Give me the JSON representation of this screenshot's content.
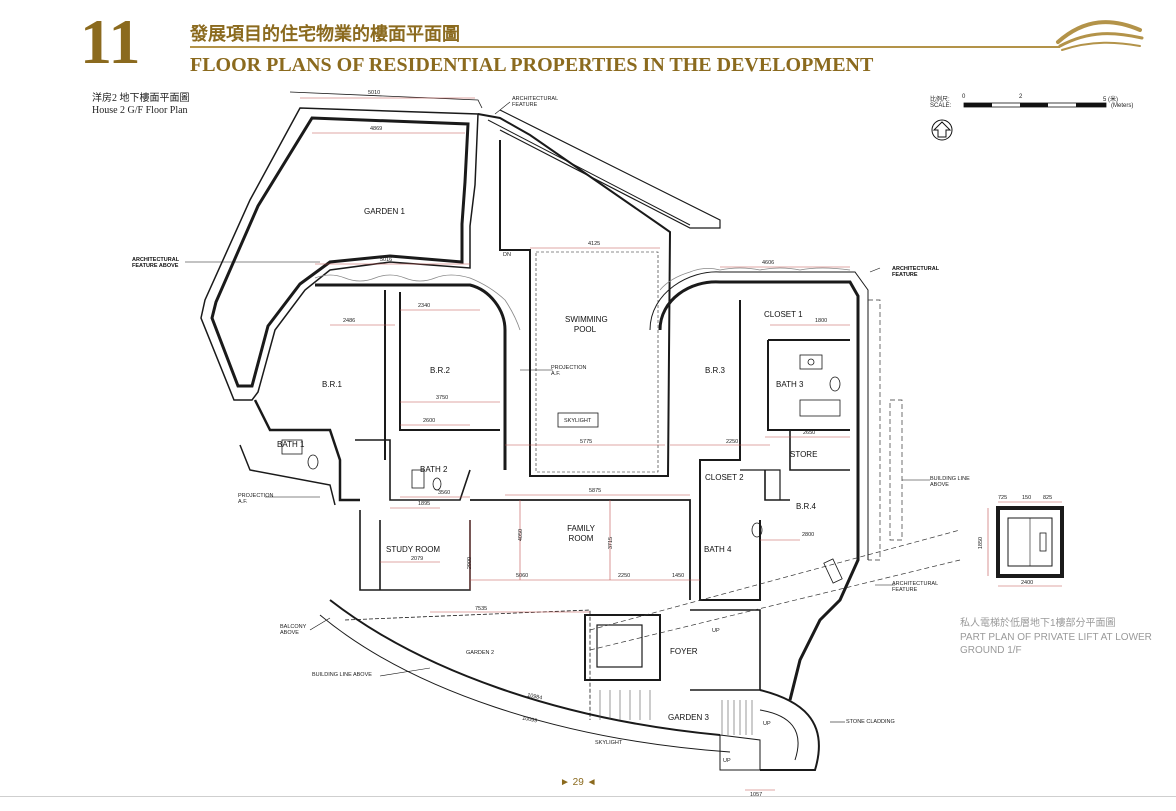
{
  "header": {
    "section_number": "11",
    "title_zh": "發展項目的住宅物業的樓面平面圖",
    "title_en": "FLOOR PLANS OF RESIDENTIAL PROPERTIES IN THE DEVELOPMENT"
  },
  "subtitle": {
    "zh": "洋房2 地下樓面平面圖",
    "en": "House 2 G/F Floor Plan"
  },
  "scale": {
    "label_zh": "比例尺:",
    "label_en": "SCALE:",
    "tick_0": "0",
    "tick_2": "2",
    "tick_5": "5 (米)",
    "unit": "(Meters)"
  },
  "rooms": {
    "garden1": "GARDEN 1",
    "swimming_pool": "SWIMMING POOL",
    "closet1": "CLOSET 1",
    "br1": "B.R.1",
    "br2": "B.R.2",
    "br3": "B.R.3",
    "bath3": "BATH 3",
    "skylight_box": "SKYLIGHT",
    "store": "STORE",
    "bath1": "BATH 1",
    "bath2": "BATH 2",
    "closet2": "CLOSET 2",
    "br4": "B.R.4",
    "family_room": "FAMILY ROOM",
    "study_room": "STUDY ROOM",
    "bath4": "BATH 4",
    "foyer": "FOYER",
    "garden2": "GARDEN 2",
    "garden3": "GARDEN 3"
  },
  "annotations": {
    "arch_feature_top": "ARCHITECTURAL FEATURE",
    "arch_feature_above": "ARCHITECTURAL FEATURE ABOVE",
    "arch_feature_right": "ARCHITECTURAL FEATURE",
    "arch_feature_right_low": "ARCHITECTURAL FEATURE",
    "projection_af_center": "PROJECTION A.F.",
    "projection_af_left": "PROJECTION A.F.",
    "building_line_above_right": "BUILDING LINE ABOVE",
    "building_line_above_bottom": "BUILDING LINE ABOVE",
    "balcony_above": "BALCONY ABOVE",
    "stone_cladding": "STONE CLADDING",
    "skylight_label": "SKYLIGHT",
    "dn": "DN",
    "up1": "UP",
    "up2": "UP",
    "up3": "UP"
  },
  "dimensions": {
    "d5010": "5010",
    "d4869": "4869",
    "d4125": "4125",
    "d5016": "5016",
    "d4606": "4606",
    "d2340": "2340",
    "d2486": "2486",
    "d3750": "3750",
    "d2600": "2600",
    "d5775": "5775",
    "d2250": "2250",
    "d2650": "2650",
    "d1800": "1800",
    "d5875": "5875",
    "d3560": "3560",
    "d1895": "1895",
    "d5060": "5060",
    "d2250b": "2250",
    "d1450": "1450",
    "d7535": "7535",
    "d2079": "2079",
    "d4050": "4050",
    "d3715": "3715",
    "d2900": "2900",
    "d2800": "2800",
    "d10984": "10984",
    "d10099": "10099",
    "d1057": "1057",
    "d725": "725",
    "d150": "150",
    "d825": "825",
    "d2400": "2400",
    "d1850": "1850"
  },
  "lift_caption": {
    "zh": "私人電梯於低層地下1樓部分平面圖",
    "en": "PART PLAN OF PRIVATE LIFT AT LOWER GROUND 1/F"
  },
  "footer": {
    "page": "► 29 ◄"
  },
  "colors": {
    "brand_gold": "#8b6a1e",
    "wall": "#1a1a1a",
    "dimension_red": "#c0504d",
    "hatch_grey": "#8a8a8a"
  }
}
